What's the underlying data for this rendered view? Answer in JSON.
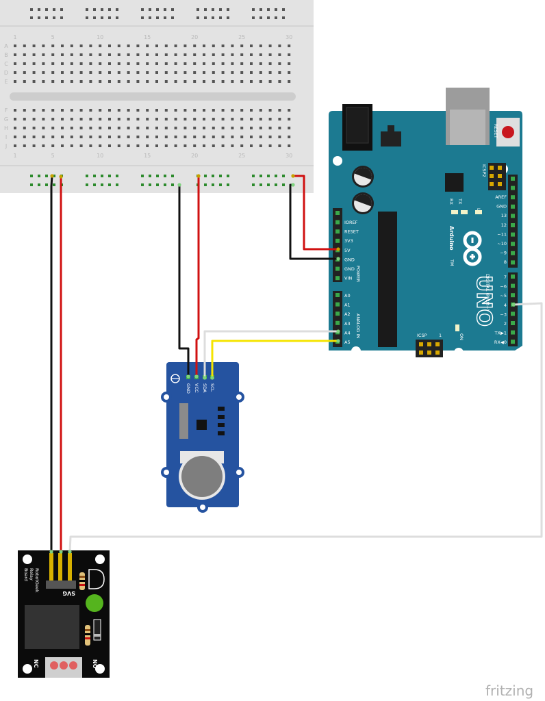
{
  "breadboard": {
    "column_numbers": [
      "1",
      "5",
      "10",
      "15",
      "20",
      "25",
      "30"
    ],
    "row_letters_top": [
      "A",
      "B",
      "C",
      "D",
      "E"
    ],
    "row_letters_bottom": [
      "F",
      "G",
      "H",
      "I",
      "J"
    ]
  },
  "arduino": {
    "reset_label": "RESET",
    "icsp2_label": "ICSP2",
    "icsp_label": "ICSP",
    "icsp_pin1": "1",
    "l_label": "L",
    "tx_label": "TX",
    "rx_label": "RX",
    "on_label": "ON",
    "brand": "Arduino",
    "model": "UNO",
    "tm": "TM",
    "power_section_label": "POWER",
    "analog_section_label": "ANALOG IN",
    "digital_section_label": "DIGITAL (PWM~)",
    "power_pins": [
      "IOREF",
      "RESET",
      "3V3",
      "5V",
      "GND",
      "GND",
      "VIN"
    ],
    "analog_pins": [
      "A0",
      "A1",
      "A2",
      "A3",
      "A4",
      "A5"
    ],
    "digital_top": [
      "AREF",
      "GND",
      "13",
      "12",
      "~11",
      "~10",
      "~9",
      "8"
    ],
    "digital_bottom": [
      "7",
      "~6",
      "~5",
      "4",
      "~3",
      "2",
      "TX▶1",
      "RX◀0"
    ]
  },
  "sound_sensor": {
    "pins": [
      "GND",
      "VCC",
      "SDA",
      "SCL"
    ]
  },
  "relay": {
    "title_lines": [
      "RobotGeek",
      "Relay",
      "Board"
    ],
    "pin_label": "SVG",
    "nc_label": "NC",
    "no_label": "NO"
  },
  "watermark": "fritzing",
  "colors": {
    "arduino_board": "#1c7a91",
    "sensor_board": "#2553a0",
    "relay_board": "#0b0b0b",
    "wire_red": "#d01010",
    "wire_black": "#111111",
    "wire_yellow": "#f5e400",
    "wire_white": "#dddddd",
    "breadboard": "#e3e3e3"
  }
}
